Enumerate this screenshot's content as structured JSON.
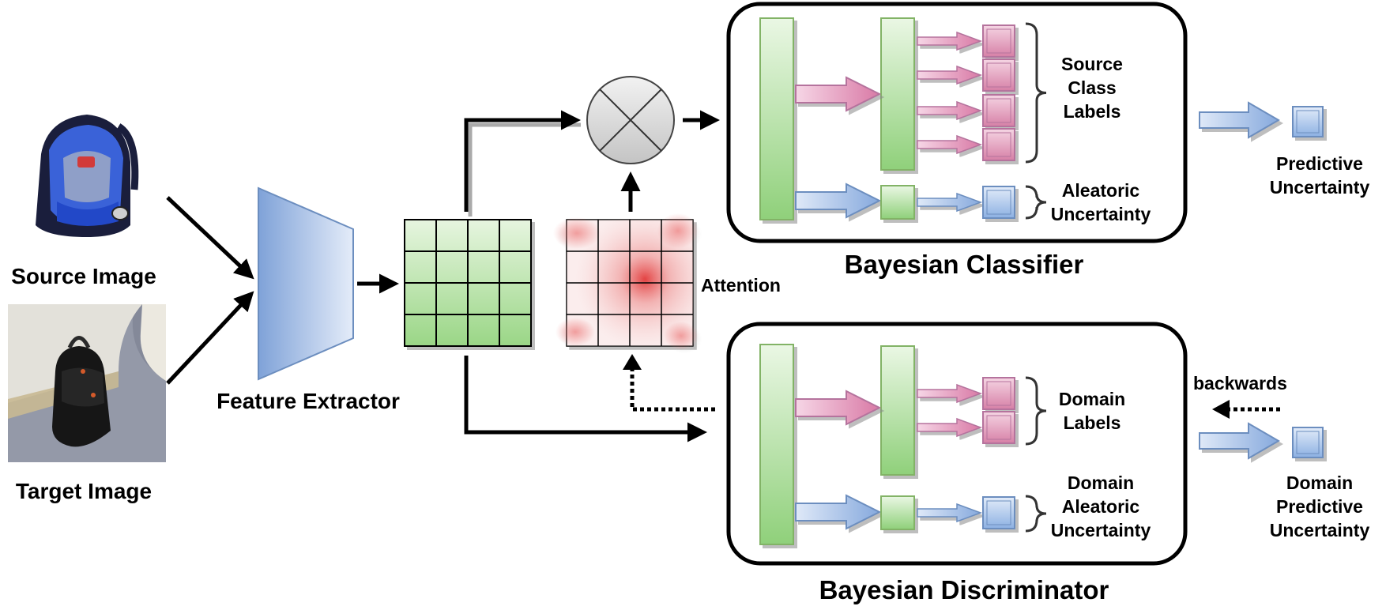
{
  "inputs": {
    "source_label": "Source Image",
    "target_label": "Target Image",
    "source_picture": "blue-backpack-photo",
    "target_picture": "black-backpack-on-carpet-photo"
  },
  "feature_extractor": {
    "label": "Feature Extractor"
  },
  "attention": {
    "label": "Attention"
  },
  "classifier": {
    "title": "Bayesian Classifier",
    "labels_group": [
      "Source",
      "Class",
      "Labels"
    ],
    "aleatoric": [
      "Aleatoric",
      "Uncertainty"
    ]
  },
  "discriminator": {
    "title": "Bayesian Discriminator",
    "labels_group": [
      "Domain",
      "Labels"
    ],
    "aleatoric": [
      "Domain",
      "Aleatoric",
      "Uncertainty"
    ]
  },
  "outputs": {
    "predictive": [
      "Predictive",
      "Uncertainty"
    ],
    "domain_predictive": [
      "Domain",
      "Predictive",
      "Uncertainty"
    ],
    "backwards": "backwards"
  },
  "colors": {
    "green_block": "#a8dc94",
    "green_border": "#82b366",
    "pink_block": "#e08ab0",
    "pink_border": "#b5739d",
    "blue_block": "#9dbce8",
    "blue_border": "#6c8ebf",
    "attention_red": "#e23a3a"
  }
}
